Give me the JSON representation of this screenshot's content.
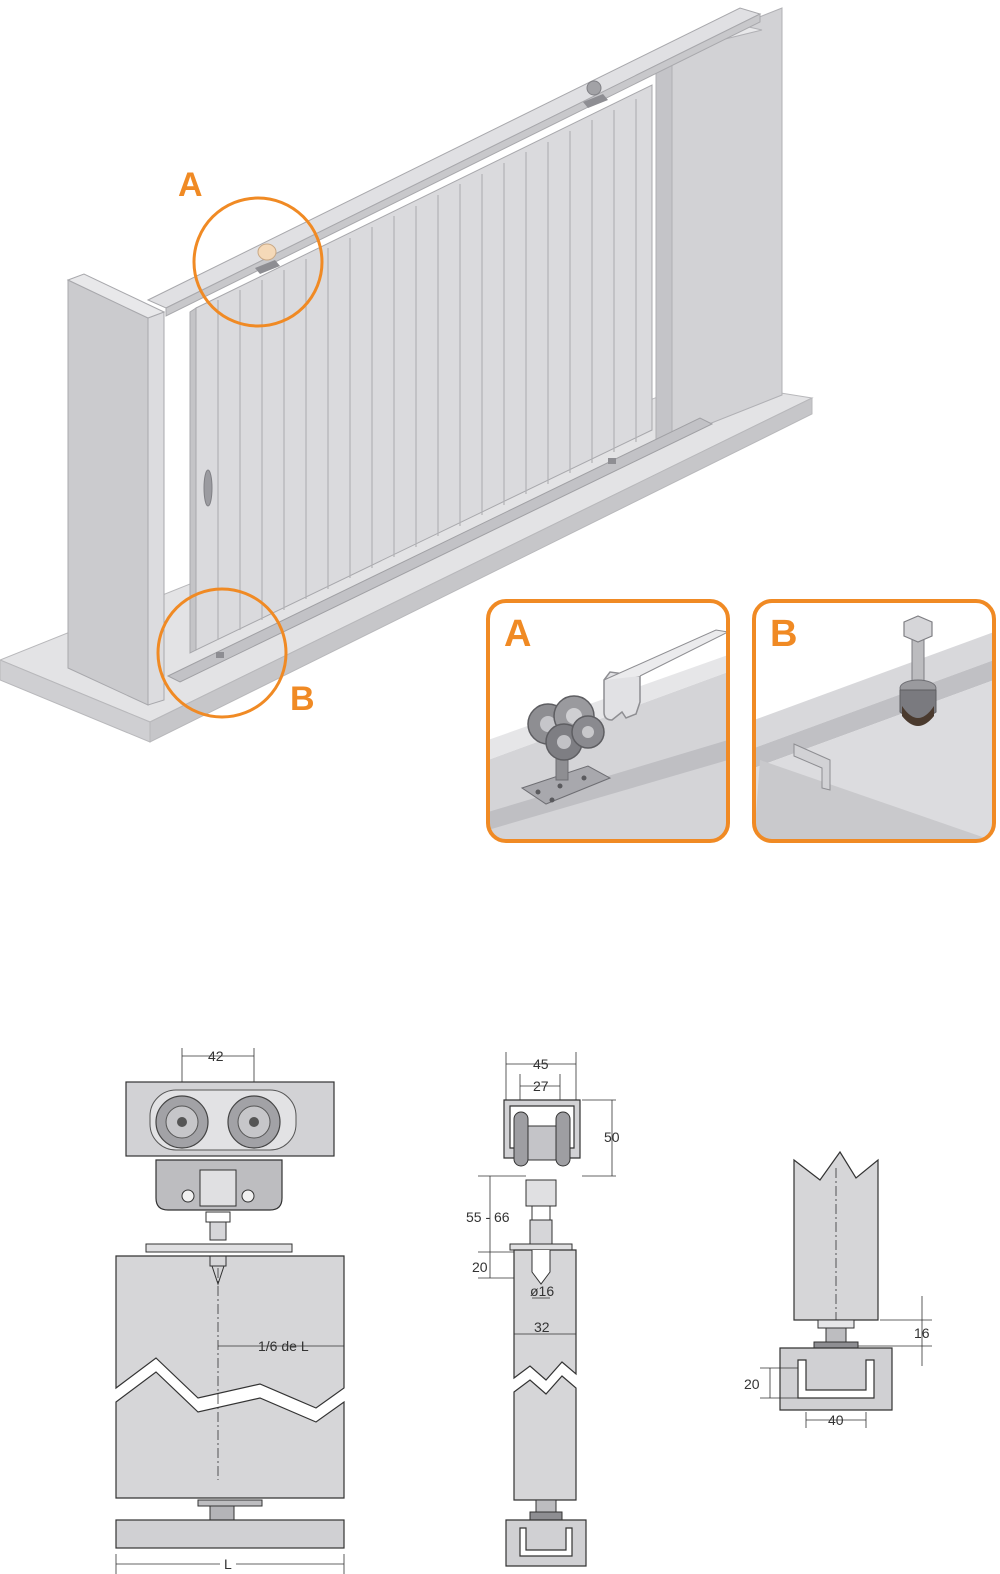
{
  "callouts": {
    "a": "A",
    "b": "B",
    "detail_a": "A",
    "detail_b": "B"
  },
  "dimensions": {
    "front_top_width": "42",
    "front_offset": "1/6 de L",
    "front_length": "L",
    "side_outer_width": "45",
    "side_inner_width": "27",
    "side_track_height": "50",
    "side_hanger_range": "55  -  66",
    "side_insert": "20",
    "side_diameter": "ø16",
    "side_leaf_width": "32",
    "guide_gap": "16",
    "guide_height": "20",
    "guide_width": "40"
  },
  "colors": {
    "accent": "#f08a24",
    "panel": "#d6d6d8",
    "panel_light": "#e6e6e8",
    "panel_dark": "#bdbdc0",
    "wheel": "#9a9a9e",
    "line": "#333333"
  },
  "icons": {
    "trolley": "trolley-icon",
    "bolt": "bolt-icon",
    "guide_roller": "guide-roller-icon"
  }
}
